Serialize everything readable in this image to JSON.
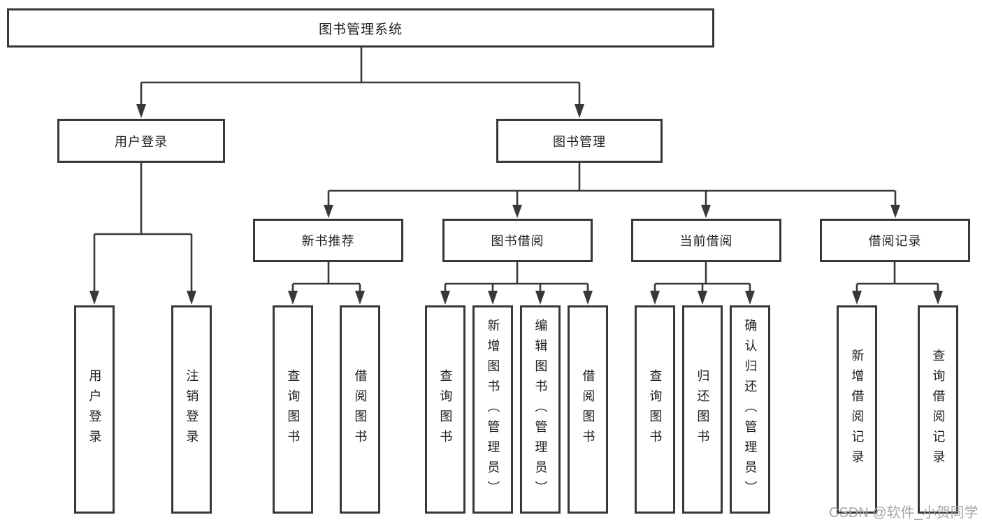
{
  "tree": {
    "root": {
      "label": "图书管理系统"
    },
    "branches": [
      {
        "label": "用户登录",
        "leaves": [
          {
            "label": "用户登录"
          },
          {
            "label": "注销登录"
          }
        ]
      },
      {
        "label": "图书管理",
        "children": [
          {
            "label": "新书推荐",
            "leaves": [
              {
                "label": "查询图书"
              },
              {
                "label": "借阅图书"
              }
            ]
          },
          {
            "label": "图书借阅",
            "leaves": [
              {
                "label": "查询图书"
              },
              {
                "label": "新增图书（管理员）"
              },
              {
                "label": "编辑图书（管理员）"
              },
              {
                "label": "借阅图书"
              }
            ]
          },
          {
            "label": "当前借阅",
            "leaves": [
              {
                "label": "查询图书"
              },
              {
                "label": "归还图书"
              },
              {
                "label": "确认归还（管理员）"
              }
            ]
          },
          {
            "label": "借阅记录",
            "leaves": [
              {
                "label": "新增借阅记录"
              },
              {
                "label": "查询借阅记录"
              }
            ]
          }
        ]
      }
    ]
  },
  "watermark": {
    "text": "CSDN @软件_小贺同学",
    "color": "#a6a6a6"
  },
  "colors": {
    "line": "#383838",
    "box_border": "#383838",
    "box_fill": "#ffffff",
    "text": "#1f1f1f",
    "background": "#ffffff",
    "watermark": "#a6a6a6"
  }
}
